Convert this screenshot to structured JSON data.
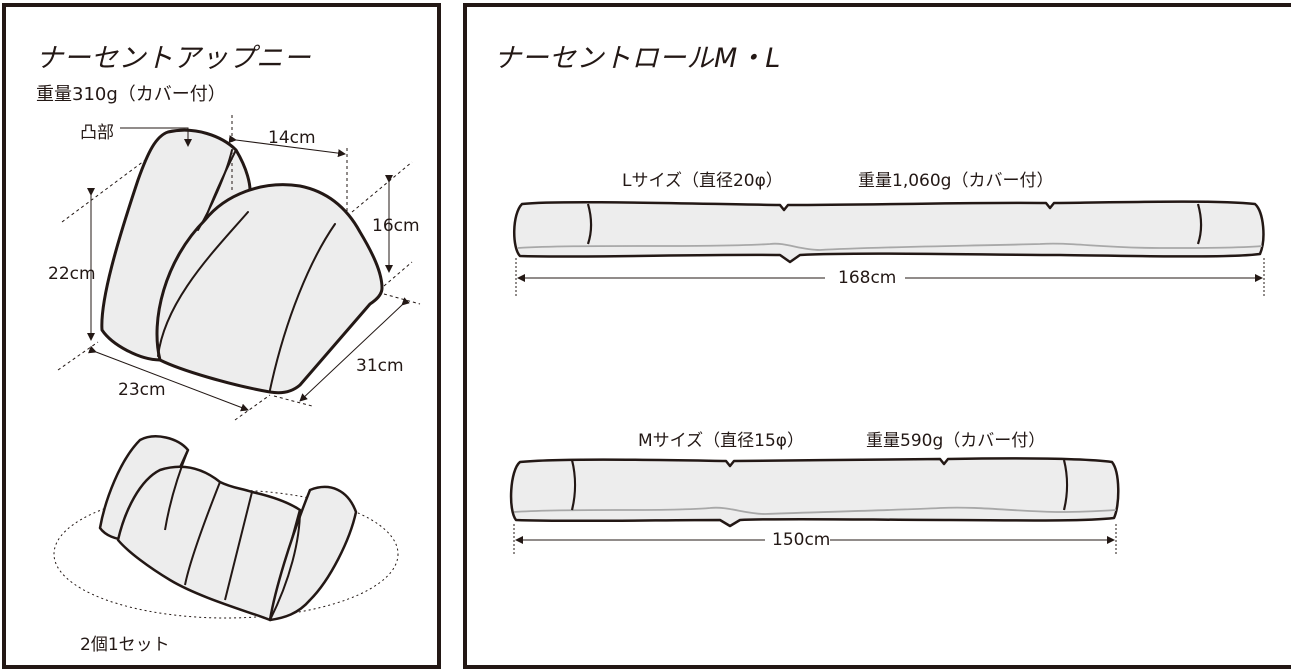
{
  "left_panel": {
    "title": "ナーセントアップニー",
    "weight": "重量310g（カバー付）",
    "convex_label": "凸部",
    "dim_depth_top": "14cm",
    "dim_height_front": "16cm",
    "dim_height_back": "22cm",
    "dim_length": "31cm",
    "dim_width": "23cm",
    "set_label": "2個1セット"
  },
  "right_panel": {
    "title": "ナーセントロールM・L",
    "l_size": {
      "size_label": "Lサイズ（直径20φ）",
      "weight_label": "重量1,060g（カバー付）",
      "length_label": "168cm"
    },
    "m_size": {
      "size_label": "Mサイズ（直径15φ）",
      "weight_label": "重量590g（カバー付）",
      "length_label": "150cm"
    }
  },
  "colors": {
    "line": "#231815",
    "fill": "#ededed",
    "seam": "#a8a8a8"
  }
}
